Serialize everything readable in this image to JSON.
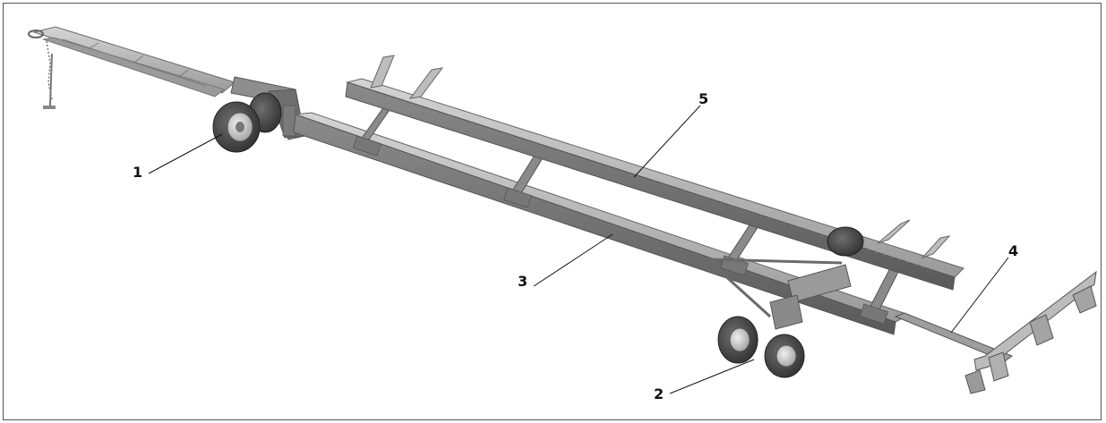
{
  "figure": {
    "description_free": true,
    "callouts": [
      {
        "id": "1",
        "label": "1"
      },
      {
        "id": "2",
        "label": "2"
      },
      {
        "id": "3",
        "label": "3"
      },
      {
        "id": "4",
        "label": "4"
      },
      {
        "id": "5",
        "label": "5"
      }
    ],
    "colors": {
      "frame_light": "#b9b9b9",
      "frame_mid": "#8c8c8c",
      "frame_dark": "#5e5e5e",
      "tire": "#4a4a4a",
      "rim": "#d0d0d0",
      "leader": "#111111"
    }
  }
}
